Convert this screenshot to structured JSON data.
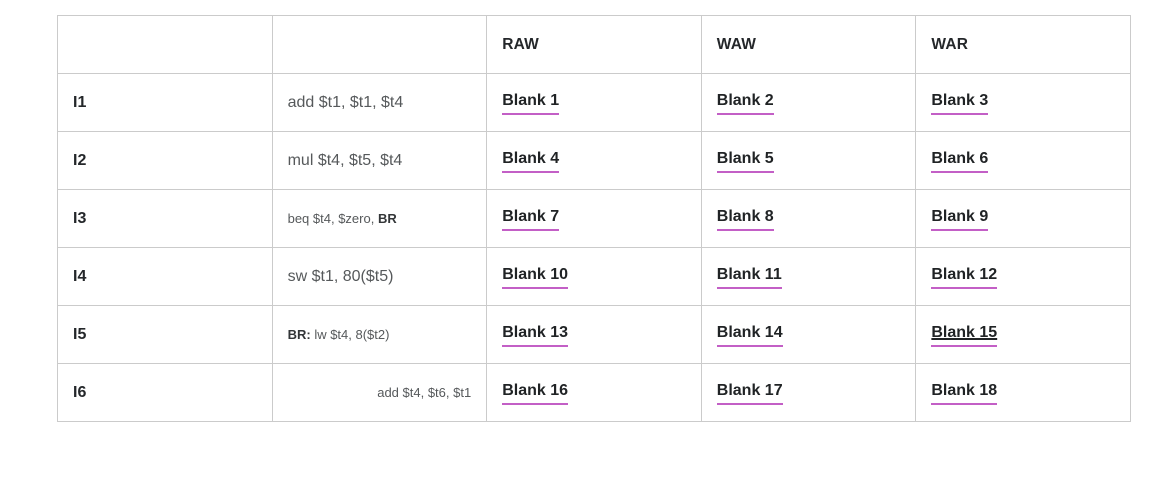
{
  "colors": {
    "blank_underline": "#c35fc6",
    "table_border": "#cbcbcb",
    "header_text": "#24272a",
    "instruction_text": "#56595b"
  },
  "table": {
    "headers": {
      "raw": "RAW",
      "waw": "WAW",
      "war": "WAR"
    },
    "rows": [
      {
        "label": "I1",
        "instr_bold_prefix": "",
        "instr_text": "add $t1, $t1, $t4",
        "instr_bold_suffix": "",
        "raw": "Blank 1",
        "waw": "Blank 2",
        "war": "Blank 3"
      },
      {
        "label": "I2",
        "instr_bold_prefix": "",
        "instr_text": "mul $t4, $t5, $t4",
        "instr_bold_suffix": "",
        "raw": "Blank 4",
        "waw": "Blank 5",
        "war": "Blank 6"
      },
      {
        "label": "I3",
        "instr_bold_prefix": "",
        "instr_text": "beq $t4, $zero, ",
        "instr_bold_suffix": "BR",
        "raw": "Blank 7",
        "waw": "Blank 8",
        "war": "Blank 9"
      },
      {
        "label": "I4",
        "instr_bold_prefix": "",
        "instr_text": "sw $t1, 80($t5)",
        "instr_bold_suffix": "",
        "raw": "Blank 10",
        "waw": "Blank 11",
        "war": "Blank 12"
      },
      {
        "label": "I5",
        "instr_bold_prefix": "BR: ",
        "instr_text": "lw $t4, 8($t2)",
        "instr_bold_suffix": "",
        "raw": "Blank 13",
        "waw": "Blank 14",
        "war": "Blank 15"
      },
      {
        "label": "I6",
        "instr_bold_prefix": "",
        "instr_text": "add $t4, $t6, $t1",
        "instr_bold_suffix": "",
        "raw": "Blank 16",
        "waw": "Blank 17",
        "war": "Blank 18"
      }
    ]
  }
}
